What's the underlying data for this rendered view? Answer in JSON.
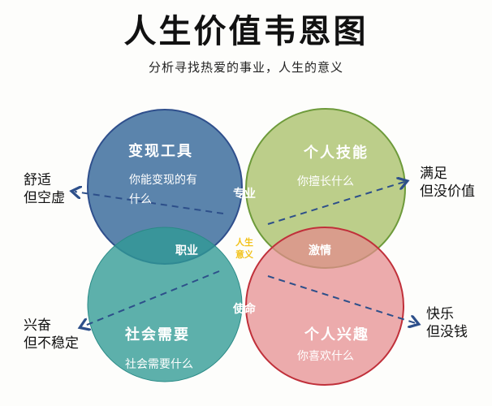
{
  "header": {
    "title": "人生价值韦恩图",
    "subtitle": "分析寻找热爱的事业，人生的意义"
  },
  "circles": [
    {
      "id": "monetize",
      "title": "变现工具",
      "question_line1": "你能变现的有",
      "question_line2": "什么",
      "color": "#3e6f9e"
    },
    {
      "id": "skills",
      "title": "个人技能",
      "question": "你擅长什么",
      "color": "#a9c06a"
    },
    {
      "id": "society",
      "title": "社会需要",
      "question": "社会需要什么",
      "color": "#2f9a95"
    },
    {
      "id": "interest",
      "title": "个人兴趣",
      "question": "你喜欢什么",
      "color": "#e58a8e"
    }
  ],
  "overlaps": {
    "monetize_skills": "专业",
    "monetize_society": "职业",
    "skills_interest": "激情",
    "society_interest": "使命",
    "center_line1": "人生",
    "center_line2": "意义"
  },
  "outcomes": {
    "top_left": {
      "line1": "舒适",
      "line2": "但空虚"
    },
    "top_right": {
      "line1": "满足",
      "line2": "但没价值"
    },
    "bottom_left": {
      "line1": "兴奋",
      "line2": "但不稳定"
    },
    "bottom_right": {
      "line1": "快乐",
      "line2": "但没钱"
    }
  },
  "colors": {
    "arrow": "#2d4f8a",
    "center_text": "#f2c21b"
  }
}
